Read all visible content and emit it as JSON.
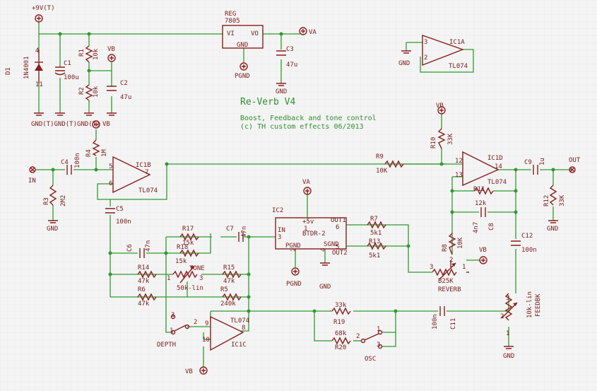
{
  "title": "Re-Verb V4",
  "subtitle": "Boost, Feedback and tone control",
  "credit": "(c) TH custom effects 06/2013",
  "labels": [
    {
      "id": "net-9v",
      "text": "+9V(T)"
    },
    {
      "id": "d1-name",
      "text": "D1"
    },
    {
      "id": "d1-value",
      "text": "1N4001"
    },
    {
      "id": "c1-name",
      "text": "C1"
    },
    {
      "id": "c1-value",
      "text": "100u"
    },
    {
      "id": "r1-name",
      "text": "R1"
    },
    {
      "id": "r1-value",
      "text": "10k"
    },
    {
      "id": "r2-name",
      "text": "R2"
    },
    {
      "id": "r2-value",
      "text": "10k"
    },
    {
      "id": "vb-1",
      "text": "VB"
    },
    {
      "id": "c2-name",
      "text": "C2"
    },
    {
      "id": "c2-value",
      "text": "47u"
    },
    {
      "id": "pin-4",
      "text": "4"
    },
    {
      "id": "pin-11",
      "text": "11"
    },
    {
      "id": "gnd-t",
      "text": "GND(T)GND(T)GND(T)"
    },
    {
      "id": "reg-name",
      "text": "REG"
    },
    {
      "id": "reg-value",
      "text": "7805"
    },
    {
      "id": "reg-vi",
      "text": "VI"
    },
    {
      "id": "reg-vo",
      "text": "VO"
    },
    {
      "id": "reg-gnd",
      "text": "GND"
    },
    {
      "id": "pgnd-reg",
      "text": "PGND"
    },
    {
      "id": "c3-name",
      "text": "C3"
    },
    {
      "id": "c3-value",
      "text": "47u"
    },
    {
      "id": "gnd-c3",
      "text": "GND"
    },
    {
      "id": "va-reg",
      "text": "VA"
    },
    {
      "id": "ic1a-name",
      "text": "IC1A"
    },
    {
      "id": "ic1a-value",
      "text": "TL074"
    },
    {
      "id": "gnd-ic1a",
      "text": "GND"
    },
    {
      "id": "ic1a-pin3",
      "text": "3"
    },
    {
      "id": "ic1a-pin2",
      "text": "2"
    },
    {
      "id": "vb-r4",
      "text": "VB"
    },
    {
      "id": "r4-name",
      "text": "R4"
    },
    {
      "id": "r4-value",
      "text": "1M"
    },
    {
      "id": "c4-name",
      "text": "C4"
    },
    {
      "id": "c4-value",
      "text": "100n"
    },
    {
      "id": "in-label",
      "text": "IN"
    },
    {
      "id": "r3-name",
      "text": "R3"
    },
    {
      "id": "r3-value",
      "text": "2M2"
    },
    {
      "id": "gnd-r3",
      "text": "GND"
    },
    {
      "id": "ic1b-name",
      "text": "IC1B"
    },
    {
      "id": "ic1b-value",
      "text": "TL074"
    },
    {
      "id": "ic1b-pin5",
      "text": "5"
    },
    {
      "id": "ic1b-pin6",
      "text": "6"
    },
    {
      "id": "ic1b-pin7",
      "text": "7"
    },
    {
      "id": "c5-name",
      "text": "C5"
    },
    {
      "id": "c5-value",
      "text": "100n"
    },
    {
      "id": "r9-name",
      "text": "R9"
    },
    {
      "id": "r9-value",
      "text": "10K"
    },
    {
      "id": "vb-r10",
      "text": "VB"
    },
    {
      "id": "r10-name",
      "text": "R10"
    },
    {
      "id": "r10-value",
      "text": "33K"
    },
    {
      "id": "ic1d-name",
      "text": "IC1D"
    },
    {
      "id": "ic1d-value",
      "text": "TL074"
    },
    {
      "id": "ic1d-pin12",
      "text": "12"
    },
    {
      "id": "ic1d-pin13",
      "text": "13"
    },
    {
      "id": "ic1d-pin14",
      "text": "14"
    },
    {
      "id": "c9-name",
      "text": "C9"
    },
    {
      "id": "c9-value",
      "text": "1u"
    },
    {
      "id": "out-label",
      "text": "OUT"
    },
    {
      "id": "r11-name",
      "text": "R11"
    },
    {
      "id": "r11-value",
      "text": "12k"
    },
    {
      "id": "r12-name",
      "text": "R12"
    },
    {
      "id": "r12-value",
      "text": "33K"
    },
    {
      "id": "gnd-r12",
      "text": "GND"
    },
    {
      "id": "c8-name",
      "text": "C8"
    },
    {
      "id": "c8-value",
      "text": "4n7"
    },
    {
      "id": "r8-name",
      "text": "R8"
    },
    {
      "id": "r8-value",
      "text": "10K"
    },
    {
      "id": "c12-name",
      "text": "C12"
    },
    {
      "id": "c12-value",
      "text": "100n"
    },
    {
      "id": "va-ic2",
      "text": "VA"
    },
    {
      "id": "ic2-name",
      "text": "IC2"
    },
    {
      "id": "ic2-in",
      "text": "IN"
    },
    {
      "id": "ic2-pin3",
      "text": "3"
    },
    {
      "id": "ic2-5v",
      "text": "+5v"
    },
    {
      "id": "ic2-pin1",
      "text": "1"
    },
    {
      "id": "ic2-value",
      "text": "BTDR-2"
    },
    {
      "id": "ic2-out1",
      "text": "OUT1"
    },
    {
      "id": "ic2-pin6",
      "text": "6"
    },
    {
      "id": "ic2-pgnd",
      "text": "PGND"
    },
    {
      "id": "ic2-pin2",
      "text": "2"
    },
    {
      "id": "ic2-sgnd",
      "text": "SGND"
    },
    {
      "id": "ic2-pin4",
      "text": "4"
    },
    {
      "id": "ic2-pin5",
      "text": "5"
    },
    {
      "id": "ic2-out2",
      "text": "OUT2"
    },
    {
      "id": "pgnd-ic2",
      "text": "PGND"
    },
    {
      "id": "gnd-ic2",
      "text": "GND"
    },
    {
      "id": "r7-name",
      "text": "R7"
    },
    {
      "id": "r7-value",
      "text": "5k1"
    },
    {
      "id": "r13-name",
      "text": "R13"
    },
    {
      "id": "r13-value",
      "text": "5k1"
    },
    {
      "id": "vb-reverb",
      "text": "VB"
    },
    {
      "id": "reverb-pin3",
      "text": "3"
    },
    {
      "id": "reverb-pin2",
      "text": "2"
    },
    {
      "id": "reverb-pin1",
      "text": "1"
    },
    {
      "id": "reverb-name",
      "text": "B25K"
    },
    {
      "id": "reverb-value",
      "text": "REVERB"
    },
    {
      "id": "c7-name",
      "text": "C7"
    },
    {
      "id": "c7-value",
      "text": "47n"
    },
    {
      "id": "r17-name",
      "text": "R17"
    },
    {
      "id": "r17-value",
      "text": "15k"
    },
    {
      "id": "c6-name",
      "text": "C6"
    },
    {
      "id": "c6-value",
      "text": "47n"
    },
    {
      "id": "r18-name",
      "text": "R18"
    },
    {
      "id": "r18-value",
      "text": "15k"
    },
    {
      "id": "r14-name",
      "text": "R14"
    },
    {
      "id": "r14-value",
      "text": "47k"
    },
    {
      "id": "tone-name",
      "text": "TONE"
    },
    {
      "id": "tone-value",
      "text": "50k-lin"
    },
    {
      "id": "tone-pin1",
      "text": "1"
    },
    {
      "id": "tone-pin3",
      "text": "3"
    },
    {
      "id": "r15-name",
      "text": "R15"
    },
    {
      "id": "r15-value",
      "text": "47k"
    },
    {
      "id": "r6-name",
      "text": "R6"
    },
    {
      "id": "r6-value",
      "text": "47k"
    },
    {
      "id": "r5-name",
      "text": "R5"
    },
    {
      "id": "r5-value",
      "text": "240k"
    },
    {
      "id": "depth-pin3",
      "text": "3"
    },
    {
      "id": "depth-pin1",
      "text": "1"
    },
    {
      "id": "depth-pin2",
      "text": "2"
    },
    {
      "id": "depth-name",
      "text": "DEPTH"
    },
    {
      "id": "ic1c-pin9",
      "text": "9"
    },
    {
      "id": "ic1c-pin10",
      "text": "10"
    },
    {
      "id": "ic1c-pin8",
      "text": "8"
    },
    {
      "id": "ic1c-value",
      "text": "TL074"
    },
    {
      "id": "ic1c-name",
      "text": "IC1C"
    },
    {
      "id": "vb-ic1c",
      "text": "VB"
    },
    {
      "id": "r19-value",
      "text": "33k"
    },
    {
      "id": "r19-name",
      "text": "R19"
    },
    {
      "id": "r20-value",
      "text": "68k"
    },
    {
      "id": "r20-name",
      "text": "R20"
    },
    {
      "id": "osc-pin2",
      "text": "2"
    },
    {
      "id": "osc-pin1",
      "text": "1"
    },
    {
      "id": "osc-pin3",
      "text": "3"
    },
    {
      "id": "osc-name",
      "text": "OSC"
    },
    {
      "id": "c11-value",
      "text": "100n"
    },
    {
      "id": "c11-name",
      "text": "C11"
    },
    {
      "id": "feedbk-pin3",
      "text": "3"
    },
    {
      "id": "feedbk-pin2",
      "text": "2"
    },
    {
      "id": "feedbk-pin1",
      "text": "1"
    },
    {
      "id": "feedbk-value",
      "text": "10k-lin"
    },
    {
      "id": "feedbk-name",
      "text": "FEEDBK"
    },
    {
      "id": "gnd-feedbk",
      "text": "GND"
    }
  ]
}
